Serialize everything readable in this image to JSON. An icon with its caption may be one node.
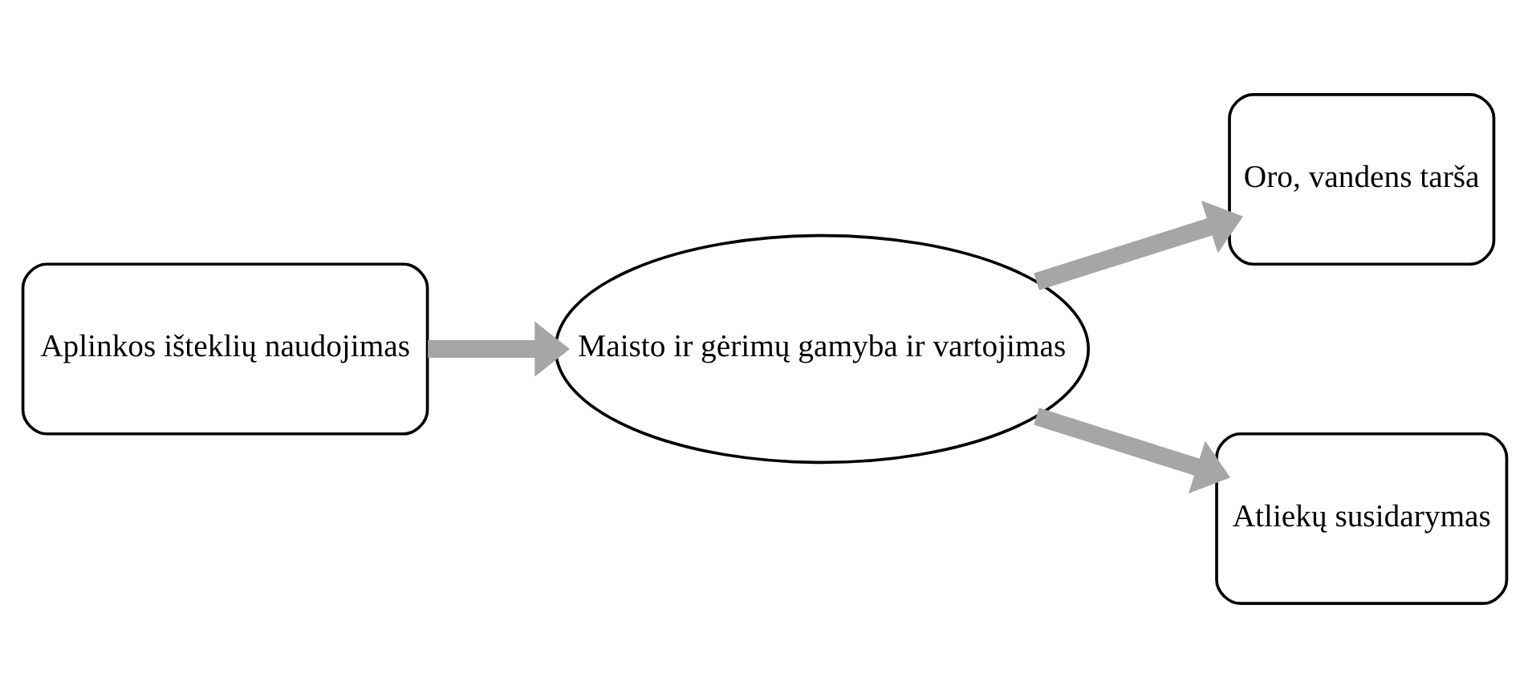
{
  "diagram": {
    "nodes": [
      {
        "text": [
          "Aplinkos išteklių naudojimas"
        ]
      },
      {
        "text": [
          "Maisto ir gėrimų gamyba ir vartojimas"
        ]
      },
      {
        "text": [
          "Oro, vandens tarša"
        ]
      },
      {
        "text": [
          "Atliekų susidarymas"
        ]
      }
    ],
    "edges": [
      {
        "from": 0,
        "to": 1,
        "arrow": "to"
      },
      {
        "from": 1,
        "to": 2,
        "arrow": "to"
      },
      {
        "from": 1,
        "to": 3,
        "arrow": "to"
      }
    ]
  }
}
